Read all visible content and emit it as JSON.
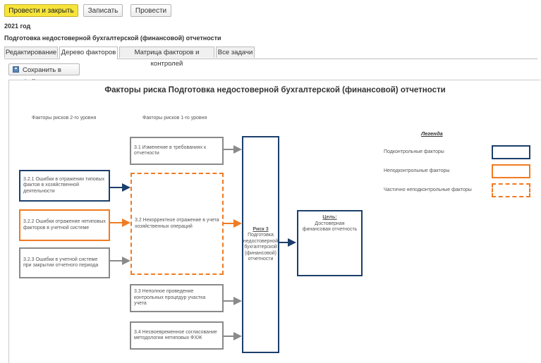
{
  "toolbar": {
    "post_close": "Провести и закрыть",
    "save": "Записать",
    "post": "Провести"
  },
  "year": "2021 год",
  "document_title": "Подготовка недостоверной бухгалтерской (финансовой) отчетности",
  "tabs": [
    {
      "label": "Редактирование",
      "active": false
    },
    {
      "label": "Дерево факторов",
      "active": true
    },
    {
      "label": "Матрица факторов и контролей",
      "active": false
    },
    {
      "label": "Все задачи",
      "active": false
    }
  ],
  "save_file_button": "Сохранить в файл",
  "diagram": {
    "title": "Факторы риска Подготовка недостоверной бухгалтерской (финансовой) отчетности",
    "col_level2": "Факторы рисков 2-го уровня",
    "col_level1": "Факторы рисков 1-го уровня",
    "level2": [
      {
        "text": "3.2.1 Ошибки в отражении типовых фактов в хозяйственной деятельности",
        "type": "controlled"
      },
      {
        "text": "3.2.2 Ошибки отражение нетиповых факторов в учетной системе",
        "type": "uncontrolled"
      },
      {
        "text": "3.2.3 Ошибки в учетной системе при закрытии отчетного периода",
        "type": "neutral"
      }
    ],
    "level1": [
      {
        "text": "3.1 Изменение в требованиях к отчетности",
        "type": "neutral"
      },
      {
        "text": "3.2 Некорректное отражение в учета хозяйственных операций",
        "type": "partial"
      },
      {
        "text": "3.3 Неполное проведение контрольных процедур участка учета",
        "type": "neutral"
      },
      {
        "text": "3.4 Несвоевременное согласование методологии нетиповых ФХЖ",
        "type": "neutral"
      }
    ],
    "risk": {
      "title": "Риск 3",
      "text": "Подготовка недостоверной бухгалтерской (финансовой) отчетности"
    },
    "goal": {
      "title": "Цель:",
      "text": "Достоверная финансовая отчетность"
    },
    "legend": {
      "title": "Легенда",
      "items": [
        {
          "label": "Подконтрольные факторы",
          "style": "solid",
          "color": "#1c3f6b"
        },
        {
          "label": "Неподконтрольные факторы",
          "style": "solid",
          "color": "#f07b22"
        },
        {
          "label": "Частично неподконтрольные факторы",
          "style": "dashed",
          "color": "#f07b22"
        }
      ]
    }
  },
  "colors": {
    "controlled": "#1c3f6b",
    "uncontrolled": "#f07b22",
    "neutral": "#7a7a7a",
    "primary_button": "#f6e43a"
  }
}
